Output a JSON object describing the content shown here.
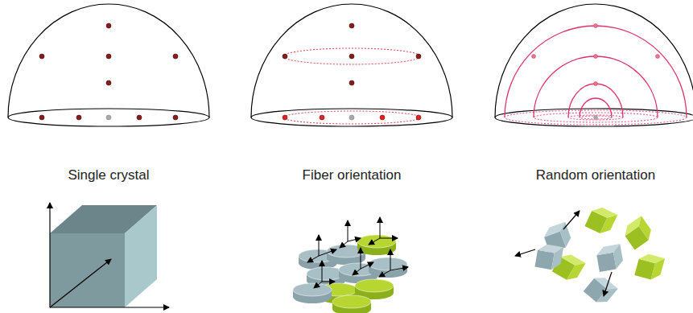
{
  "diagram": {
    "labels": [
      "Single crystal",
      "Fiber orientation",
      "Random orientation"
    ]
  }
}
